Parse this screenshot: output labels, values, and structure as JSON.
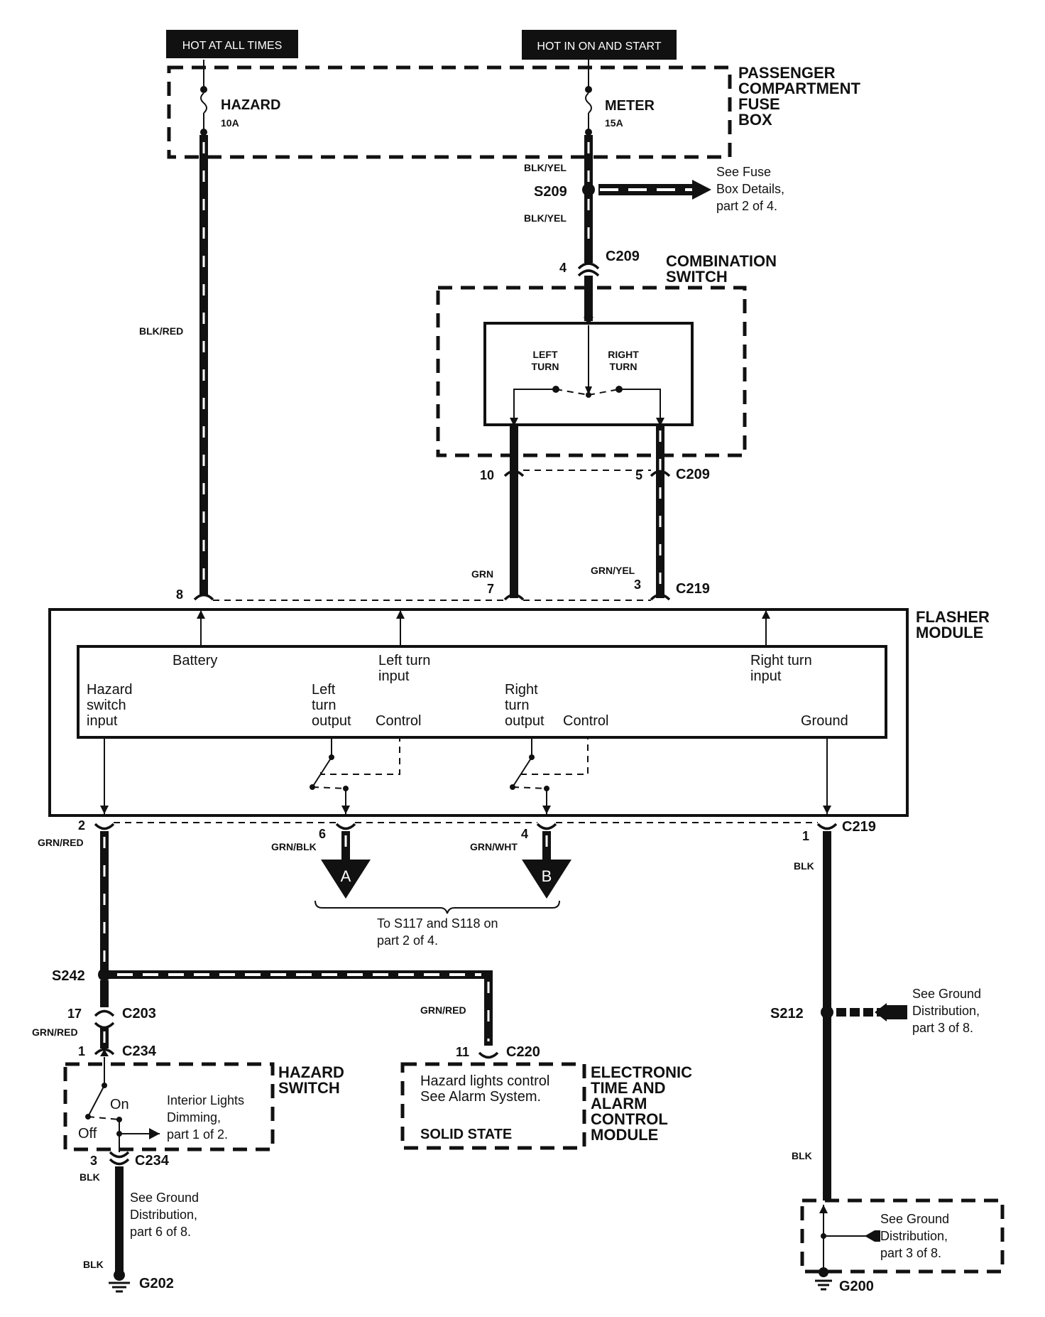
{
  "power": {
    "hot_all": "HOT AT ALL TIMES",
    "hot_on": "HOT IN ON AND START"
  },
  "fusebox": {
    "label": [
      "PASSENGER",
      "COMPARTMENT",
      "FUSE",
      "BOX"
    ],
    "hazard_fuse": "HAZARD",
    "hazard_amps": "10A",
    "meter_fuse": "METER",
    "meter_amps": "15A"
  },
  "wires": {
    "blk_red": "BLK/RED",
    "blk_yel_1": "BLK/YEL",
    "blk_yel_2": "BLK/YEL",
    "grn": "GRN",
    "grn_yel": "GRN/YEL",
    "grn_red_1": "GRN/RED",
    "grn_red_2": "GRN/RED",
    "grn_red_3": "GRN/RED",
    "grn_blk": "GRN/BLK",
    "grn_wht": "GRN/WHT",
    "blk_1": "BLK",
    "blk_2": "BLK",
    "blk_3": "BLK",
    "blk_4": "BLK"
  },
  "splices": {
    "s209": "S209",
    "s242": "S242",
    "s212": "S212"
  },
  "connectors": {
    "c209_top": "C209",
    "c209_bottom": "C209",
    "c219_top": "C219",
    "c219_bottom": "C219",
    "c203": "C203",
    "c234_top": "C234",
    "c234_bottom": "C234",
    "c220": "C220"
  },
  "pins": {
    "p4_c209": "4",
    "p10": "10",
    "p5": "5",
    "p8": "8",
    "p7": "7",
    "p3_c219": "3",
    "p2": "2",
    "p6": "6",
    "p4_c219": "4",
    "p1_c219": "1",
    "p17": "17",
    "p1_c234": "1",
    "p11": "11",
    "p3_c234": "3"
  },
  "notes": {
    "fuse_details": [
      "See Fuse",
      "Box Details,",
      "part 2 of 4."
    ],
    "to_s117": [
      "To S117 and S118 on",
      "part 2 of 4."
    ],
    "ground_s212": [
      "See Ground",
      "Distribution,",
      "part 3 of 8."
    ],
    "ground_g202": [
      "See Ground",
      "Distribution,",
      "part 6 of 8."
    ],
    "ground_g200": [
      "See Ground",
      "Distribution,",
      "part 3 of 8."
    ],
    "interior_lights": [
      "Interior Lights",
      "Dimming,",
      "part 1 of 2."
    ]
  },
  "combination_switch": {
    "label": [
      "COMBINATION",
      "SWITCH"
    ],
    "left": [
      "LEFT",
      "TURN"
    ],
    "right": [
      "RIGHT",
      "TURN"
    ]
  },
  "flasher": {
    "label": [
      "FLASHER",
      "MODULE"
    ],
    "battery": "Battery",
    "left_turn_input": [
      "Left turn",
      "input"
    ],
    "right_turn_input": [
      "Right turn",
      "input"
    ],
    "hazard_switch_input": [
      "Hazard",
      "switch",
      "input"
    ],
    "left_turn_output": [
      "Left",
      "turn",
      "output"
    ],
    "right_turn_output": [
      "Right",
      "turn",
      "output"
    ],
    "control_1": "Control",
    "control_2": "Control",
    "ground": "Ground"
  },
  "refs": {
    "a": "A",
    "b": "B"
  },
  "hazard_switch": {
    "label": [
      "HAZARD",
      "SWITCH"
    ],
    "on": "On",
    "off": "Off"
  },
  "etacm": {
    "label": [
      "ELECTRONIC",
      "TIME AND",
      "ALARM",
      "CONTROL",
      "MODULE"
    ],
    "line1": "Hazard lights control",
    "line2": "See Alarm System.",
    "solid_state": "SOLID STATE"
  },
  "grounds": {
    "g202": "G202",
    "g200": "G200"
  }
}
